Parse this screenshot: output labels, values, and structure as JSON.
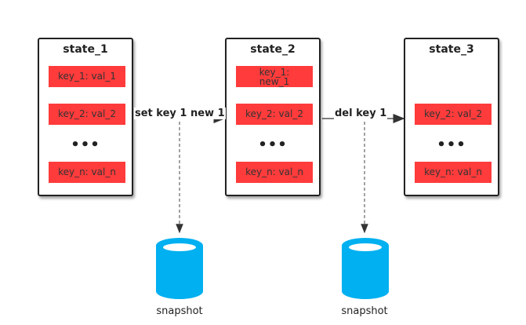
{
  "states": [
    {
      "title": "state_1",
      "entries": [
        "key_1: val_1",
        "key_2: val_2",
        "key_n: val_n"
      ]
    },
    {
      "title": "state_2",
      "entries": [
        "key_1:",
        "new_1",
        "key_2: val_2",
        "key_n: val_n"
      ]
    },
    {
      "title": "state_3",
      "entries": [
        "key_2: val_2",
        "key_n: val_n"
      ]
    }
  ],
  "ellipsis": "•••",
  "transitions": [
    {
      "label": "set key 1 new 1"
    },
    {
      "label": "del key 1"
    }
  ],
  "snapshots": [
    {
      "label": "snapshot"
    },
    {
      "label": "snapshot"
    }
  ],
  "colors": {
    "entry_fill": "#ff3b3b",
    "snapshot_fill": "#00b0f0",
    "border": "#222222"
  }
}
